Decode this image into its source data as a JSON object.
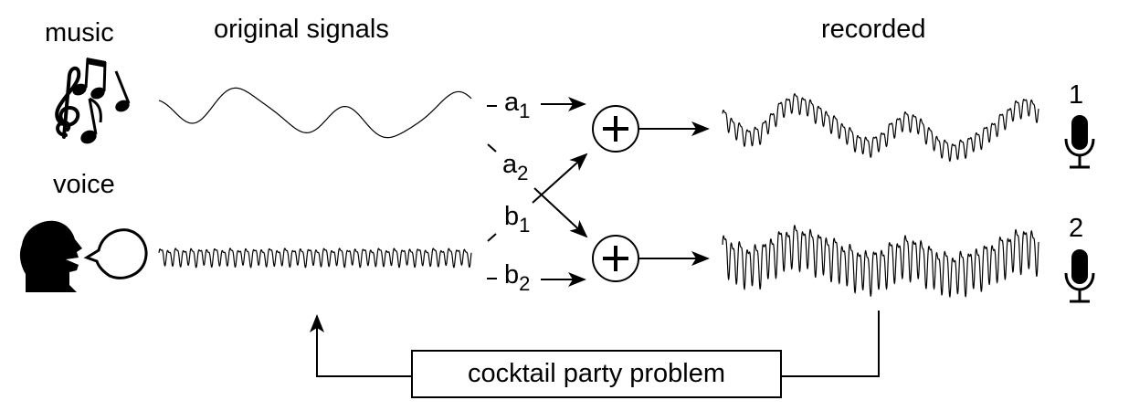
{
  "labels": {
    "music": "music",
    "voice": "voice",
    "original_signals": "original signals",
    "recorded": "recorded",
    "mic_1": "1",
    "mic_2": "2",
    "problem": "cocktail party problem"
  },
  "coefficients": [
    {
      "letter": "a",
      "index": "1"
    },
    {
      "letter": "a",
      "index": "2"
    },
    {
      "letter": "b",
      "index": "1"
    },
    {
      "letter": "b",
      "index": "2"
    }
  ],
  "operators": {
    "sum": "+"
  },
  "icons": {
    "music": "music-notes-icon",
    "voice": "speaking-head-icon",
    "mic": "microphone-icon"
  },
  "colors": {
    "ink": "#000000",
    "background": "#ffffff"
  }
}
